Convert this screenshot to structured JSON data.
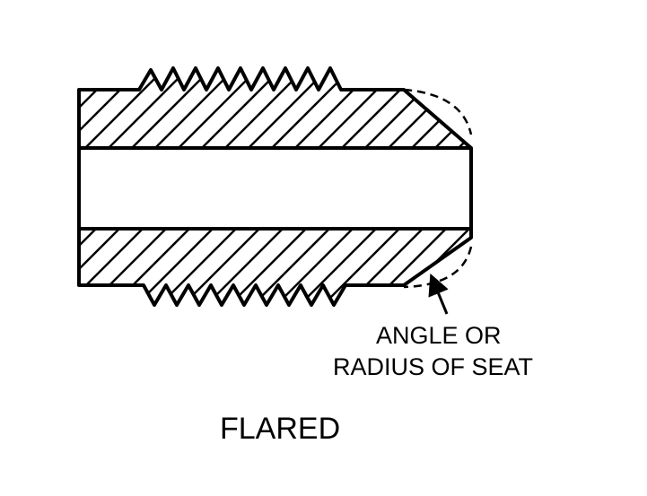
{
  "diagram": {
    "callout_lines": [
      "ANGLE OR",
      "RADIUS OF SEAT"
    ],
    "title": "FLARED"
  },
  "colors": {
    "ink": "#000000",
    "background": "#ffffff"
  }
}
